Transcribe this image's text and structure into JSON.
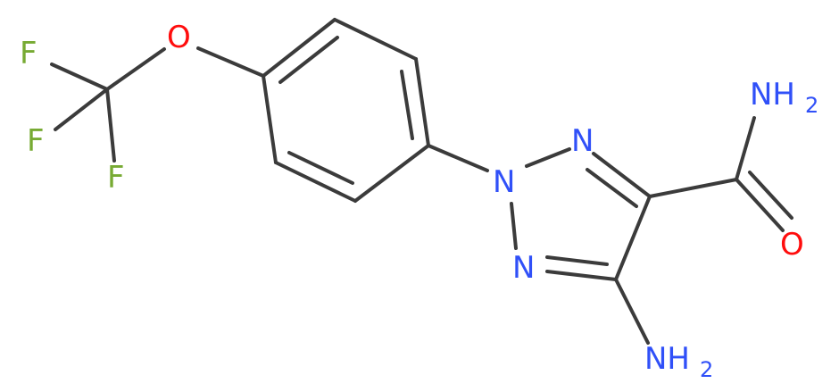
{
  "molecule": {
    "atoms": [
      {
        "id": "F1",
        "symbol": "F",
        "color": "#77aa33"
      },
      {
        "id": "F2",
        "symbol": "F",
        "color": "#77aa33"
      },
      {
        "id": "F3",
        "symbol": "F",
        "color": "#77aa33"
      },
      {
        "id": "O1",
        "symbol": "O",
        "color": "#ff0d0d"
      },
      {
        "id": "N1",
        "symbol": "N",
        "color": "#3050f8"
      },
      {
        "id": "N2",
        "symbol": "N",
        "color": "#3050f8"
      },
      {
        "id": "N3",
        "symbol": "N",
        "color": "#3050f8"
      },
      {
        "id": "NH2a",
        "symbol": "NH",
        "subscript": "2",
        "color": "#3050f8"
      },
      {
        "id": "NH2b",
        "symbol": "NH",
        "subscript": "2",
        "color": "#3050f8"
      },
      {
        "id": "O2",
        "symbol": "O",
        "color": "#ff0d0d"
      }
    ]
  }
}
